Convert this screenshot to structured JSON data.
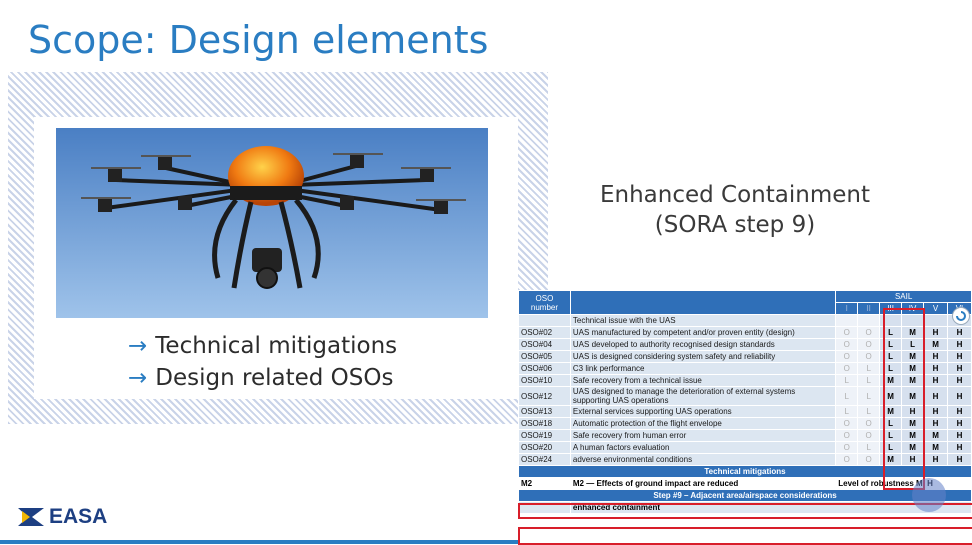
{
  "slide": {
    "title": "Scope: Design elements",
    "bullets": [
      "Technical mitigations",
      "Design related OSOs"
    ],
    "heading_line1": "Enhanced Containment",
    "heading_line2": "(SORA step 9)",
    "logo_text": "EASA"
  },
  "table": {
    "header_oso": "OSO number",
    "header_sail": "SAIL",
    "sail_levels": [
      "I",
      "II",
      "III",
      "IV",
      "V",
      "VI"
    ],
    "rows": [
      {
        "num": "",
        "desc": "Technical issue with the UAS",
        "levels": [
          "",
          "",
          "",
          "",
          "",
          ""
        ]
      },
      {
        "num": "OSO#02",
        "desc": "UAS manufactured by competent and/or proven entity (design)",
        "levels": [
          "O",
          "O",
          "L",
          "M",
          "H",
          "H"
        ]
      },
      {
        "num": "OSO#04",
        "desc": "UAS developed to authority recognised design standards",
        "levels": [
          "O",
          "O",
          "L",
          "L",
          "M",
          "H"
        ]
      },
      {
        "num": "OSO#05",
        "desc": "UAS is designed considering system safety and reliability",
        "levels": [
          "O",
          "O",
          "L",
          "M",
          "H",
          "H"
        ]
      },
      {
        "num": "OSO#06",
        "desc": "C3 link performance",
        "levels": [
          "O",
          "L",
          "L",
          "M",
          "H",
          "H"
        ]
      },
      {
        "num": "OSO#10",
        "desc": "Safe recovery from a technical issue",
        "levels": [
          "L",
          "L",
          "M",
          "M",
          "H",
          "H"
        ]
      },
      {
        "num": "OSO#12",
        "desc": "UAS designed to manage the deterioration of external systems supporting UAS operations",
        "levels": [
          "L",
          "L",
          "M",
          "M",
          "H",
          "H"
        ]
      },
      {
        "num": "OSO#13",
        "desc": "External services supporting UAS operations",
        "levels": [
          "L",
          "L",
          "M",
          "H",
          "H",
          "H"
        ]
      },
      {
        "num": "OSO#18",
        "desc": "Automatic protection of the flight envelope",
        "levels": [
          "O",
          "O",
          "L",
          "M",
          "H",
          "H"
        ]
      },
      {
        "num": "OSO#19",
        "desc": "Safe recovery from human error",
        "levels": [
          "O",
          "O",
          "L",
          "M",
          "M",
          "H"
        ]
      },
      {
        "num": "OSO#20",
        "desc": "A human factors evaluation",
        "levels": [
          "O",
          "L",
          "L",
          "M",
          "M",
          "H"
        ]
      },
      {
        "num": "OSO#24",
        "desc": "adverse environmental conditions",
        "levels": [
          "O",
          "O",
          "M",
          "H",
          "H",
          "H"
        ]
      }
    ],
    "band_technical": "Technical mitigations",
    "m2_num": "M2",
    "m2_desc": "M2 — Effects of ground impact are reduced",
    "m2_robustness": "Level of robustness M, H",
    "band_step9": "Step #9 – Adjacent area/airspace considerations",
    "enhanced": "enhanced containment"
  },
  "colors": {
    "title": "#2a7dc2",
    "table_header": "#2f6fb8",
    "highlight_red": "#d81e2a",
    "logo": "#1d3f82"
  },
  "icons": [
    "drone-photo",
    "arrow-right-icon",
    "easa-logo-icon",
    "scroll-indicator-icon"
  ]
}
